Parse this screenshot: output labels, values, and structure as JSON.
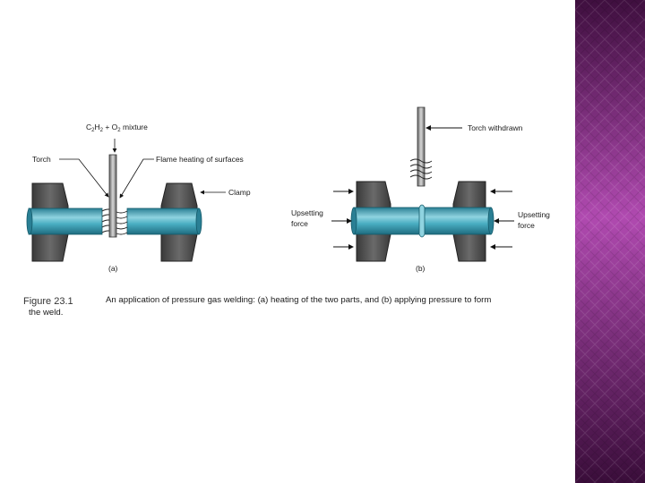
{
  "caption": {
    "prefix": "Figure 23.1",
    "line1": "An application of pressure gas welding: (a) heating of the two parts, and (b) applying pressure to form",
    "line2": "the weld."
  },
  "figure_a": {
    "panel_label": "(a)",
    "mixture_label": {
      "c": "C",
      "s1": "2",
      "h": "H",
      "s2": "2",
      "plus_o": " + O",
      "s3": "2",
      "rest": " mixture"
    },
    "torch_label": "Torch",
    "flame_label": "Flame heating of surfaces",
    "clamp_label": "Clamp"
  },
  "figure_b": {
    "panel_label": "(b)",
    "torch_withdrawn_label": "Torch withdrawn",
    "upsetting_left": [
      "Upsetting",
      "force"
    ],
    "upsetting_right": [
      "Upsetting",
      "force"
    ]
  },
  "colors": {
    "rod": "#3a9fb3",
    "rod_light": "#8fd3e0",
    "clamp": "#4a4a4a",
    "panel_base": "#7a1f7a"
  }
}
